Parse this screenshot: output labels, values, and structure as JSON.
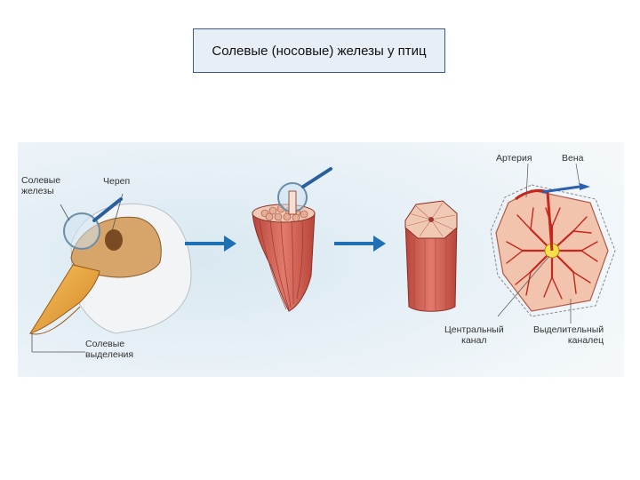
{
  "title": "Солевые (носовые) железы у птиц",
  "labels": {
    "salt_glands": "Солевые\nжелезы",
    "skull": "Череп",
    "salt_secretions": "Солевые\nвыделения",
    "artery": "Артерия",
    "vein": "Вена",
    "central_canal": "Центральный\nканал",
    "excretory_canal": "Выделительный\nканалец"
  },
  "colors": {
    "panel_bg": "#e9f1f6",
    "arrow_blue": "#1f6fb4",
    "tissue_red": "#d2574c",
    "beak_orange": "#e8a23a",
    "skull_tan": "#d7a46a",
    "artery_red": "#c7261c",
    "vein_blue": "#2d5fb0"
  }
}
